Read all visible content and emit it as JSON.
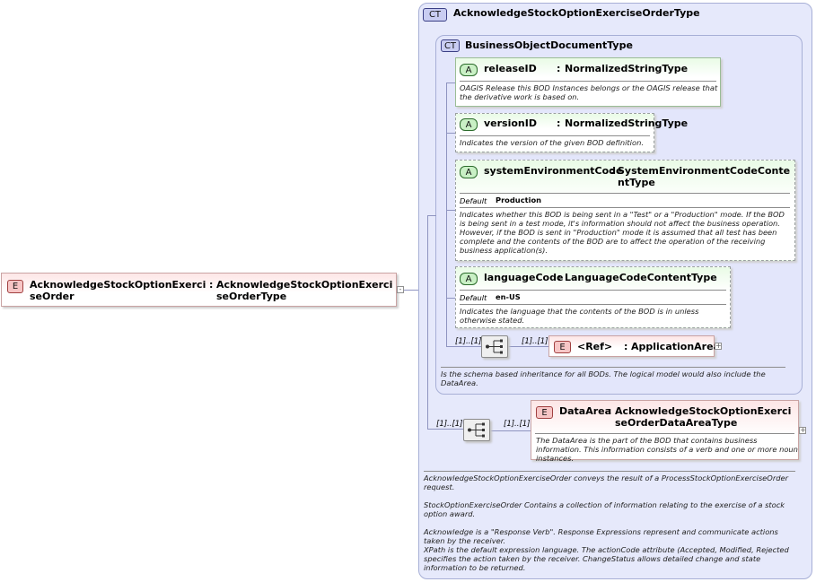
{
  "root_element": {
    "badge": "E",
    "name": "AcknowledgeStockOptionExerciseOrder",
    "colon": ":",
    "type": "AcknowledgeStockOptionExerciseOrderType"
  },
  "complex_type": {
    "badge": "CT",
    "title": "AcknowledgeStockOptionExerciseOrderType",
    "type_ref": "BusinessObjectDocumentType",
    "documentation": "AcknowledgeStockOptionExerciseOrder conveys the result of a ProcessStockOptionExerciseOrder request.\n\nStockOptionExerciseOrder  Contains a collection of information relating to the exercise of a stock option award.\n\nAcknowledge is a \"Response Verb\". Response Expressions represent and communicate actions taken by the receiver.\nXPath is the default expression language. The actionCode attribute (Accepted, Modified, Rejected specifies the action taken by the receiver. ChangeStatus allows detailed change and state information to be returned."
  },
  "base_type": {
    "badge": "CT",
    "title": "BusinessObjectDocumentType",
    "documentation": "Is the schema based inheritance for all BODs. The logical model would also include the DataArea."
  },
  "attributes": [
    {
      "badge": "A",
      "name": "releaseID",
      "colon": ":",
      "type": "NormalizedStringType",
      "doc": "OAGIS Release this BOD Instances belongs or the OAGIS release that the derivative work is based on."
    },
    {
      "badge": "A",
      "name": "versionID",
      "colon": ":",
      "type": "NormalizedStringType",
      "doc": "Indicates the version of the given BOD definition."
    },
    {
      "badge": "A",
      "name": "systemEnvironmentCode",
      "colon": ":",
      "type": "SystemEnvironmentCodeContentType",
      "default_label": "Default",
      "default_value": "Production",
      "doc": "Indicates whether this BOD is being sent in a \"Test\" or a \"Production\" mode. If the BOD is being sent in a test mode, it's information should not affect the business operation. However, if the BOD is sent in \"Production\" mode it is assumed that all test has been complete and the contents of the BOD are to affect the operation of the receiving business application(s)."
    },
    {
      "badge": "A",
      "name": "languageCode",
      "colon": ":",
      "type": "LanguageCodeContentType",
      "default_label": "Default",
      "default_value": "en-US",
      "doc": "Indicates the language that the contents of the BOD is in unless otherwise stated."
    }
  ],
  "application_area": {
    "badge": "E",
    "name": "<Ref>",
    "colon": ":",
    "type": "ApplicationArea",
    "seq_cardinality": "[1]..[1]",
    "cardinality": "[1]..[1]"
  },
  "data_area": {
    "badge": "E",
    "name": "DataArea",
    "colon": ":",
    "type": "AcknowledgeStockOptionExerciseOrderDataAreaType",
    "seq_cardinality": "[1]..[1]",
    "cardinality": "[1]..[1]",
    "doc": "The DataArea is the part of the BOD that contains business information. This information consists of a verb and one or more noun instances."
  },
  "colors": {
    "complex_type_bg": "#e6e9fb",
    "attribute_badge": "#c9f0c5",
    "element_badge": "#f7c6c6",
    "connector": "#8f94c0"
  }
}
